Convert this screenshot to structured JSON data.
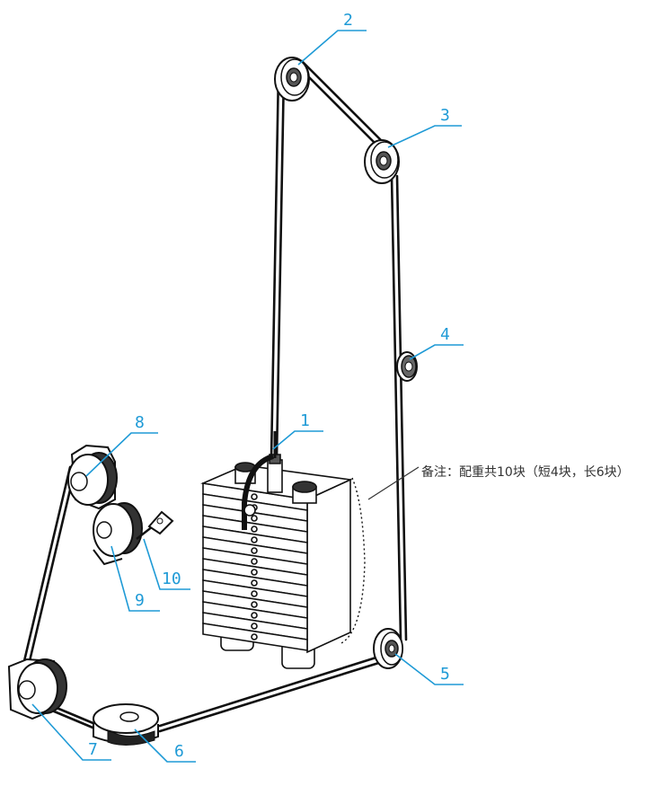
{
  "diagram": {
    "labels": [
      {
        "id": "1",
        "text": "1"
      },
      {
        "id": "2",
        "text": "2"
      },
      {
        "id": "3",
        "text": "3"
      },
      {
        "id": "4",
        "text": "4"
      },
      {
        "id": "5",
        "text": "5"
      },
      {
        "id": "6",
        "text": "6"
      },
      {
        "id": "7",
        "text": "7"
      },
      {
        "id": "8",
        "text": "8"
      },
      {
        "id": "9",
        "text": "9"
      },
      {
        "id": "10",
        "text": "10"
      }
    ],
    "note": "备注：配重共10块（短4块，长6块）",
    "colors": {
      "accent": "#1e9ad6",
      "line": "#111111",
      "note_text": "#333333"
    }
  }
}
